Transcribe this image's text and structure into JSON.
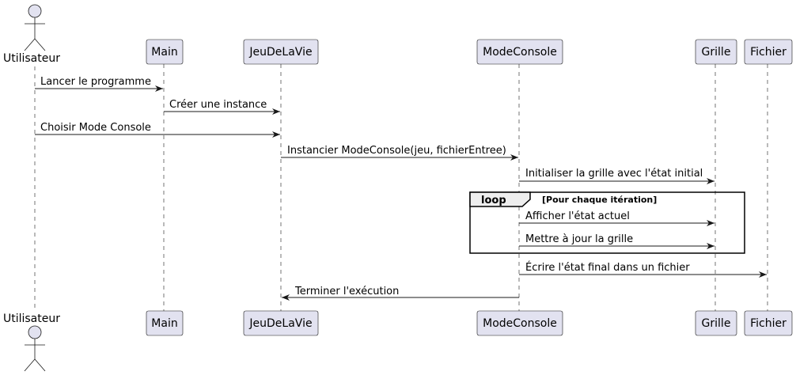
{
  "participants": [
    {
      "id": "utilisateur",
      "label": "Utilisateur",
      "kind": "actor"
    },
    {
      "id": "main",
      "label": "Main",
      "kind": "box"
    },
    {
      "id": "jeu",
      "label": "JeuDeLaVie",
      "kind": "box"
    },
    {
      "id": "console",
      "label": "ModeConsole",
      "kind": "box"
    },
    {
      "id": "grille",
      "label": "Grille",
      "kind": "box"
    },
    {
      "id": "fichier",
      "label": "Fichier",
      "kind": "box"
    }
  ],
  "messages": [
    {
      "from": "utilisateur",
      "to": "main",
      "label": "Lancer le programme"
    },
    {
      "from": "main",
      "to": "jeu",
      "label": "Créer une instance"
    },
    {
      "from": "utilisateur",
      "to": "jeu",
      "label": "Choisir Mode Console"
    },
    {
      "from": "jeu",
      "to": "console",
      "label": "Instancier ModeConsole(jeu, fichierEntree)"
    },
    {
      "from": "console",
      "to": "grille",
      "label": "Initialiser la grille avec l'état initial"
    },
    {
      "from": "console",
      "to": "grille",
      "label": "Afficher l'état actuel"
    },
    {
      "from": "console",
      "to": "grille",
      "label": "Mettre à jour la grille"
    },
    {
      "from": "console",
      "to": "fichier",
      "label": "Écrire l'état final dans un fichier"
    },
    {
      "from": "console",
      "to": "jeu",
      "label": "Terminer l'exécution"
    }
  ],
  "loop": {
    "keyword": "loop",
    "guard": "[Pour chaque itération]"
  },
  "colors": {
    "participant_fill": "#E2E2F0",
    "participant_border": "#181818",
    "lifeline": "#181818",
    "arrow": "#181818",
    "loop_header_fill": "#EEEEEE"
  }
}
